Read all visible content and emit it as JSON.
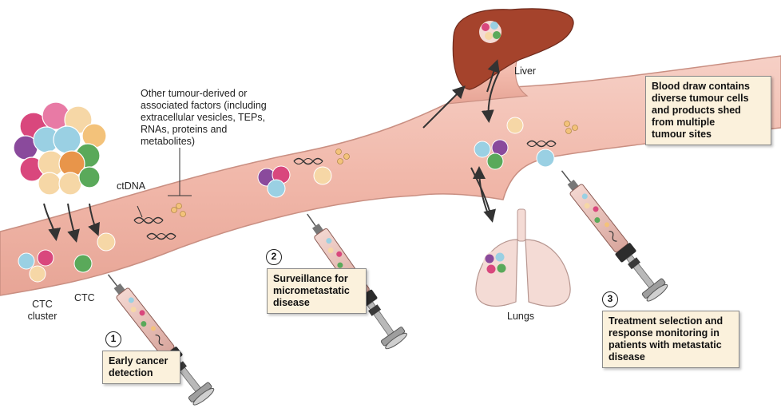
{
  "labels": {
    "other_factors": "Other tumour-derived or\nassociated factors (including\nextracellular vesicles, TEPs,\nRNAs, proteins and\nmetabolites)",
    "ctdna": "ctDNA",
    "ctc_cluster": "CTC\ncluster",
    "ctc": "CTC",
    "liver": "Liver",
    "lungs": "Lungs"
  },
  "steps": [
    {
      "number": "1",
      "text": "Early cancer\ndetection"
    },
    {
      "number": "2",
      "text": "Surveillance for\nmicrometastatic\ndisease"
    },
    {
      "number": "3",
      "text": "Treatment selection and\nresponse monitoring in\npatients with metastatic\ndisease"
    }
  ],
  "callout": "Blood draw contains\ndiverse tumour cells\nand products shed\nfrom multiple\ntumour sites",
  "colors": {
    "vessel": "#f2bdb1",
    "vessel_edge": "#c98f82",
    "liver": "#a5432c",
    "lungs": "#f4dbd5",
    "box_fill": "#fbf1dc",
    "syringe_barrel": "#e8c2bc",
    "tumour_cells": [
      "#d9477d",
      "#9ad0e3",
      "#f6d7a6",
      "#5aa95a",
      "#8a4a9c",
      "#e8954a"
    ]
  }
}
